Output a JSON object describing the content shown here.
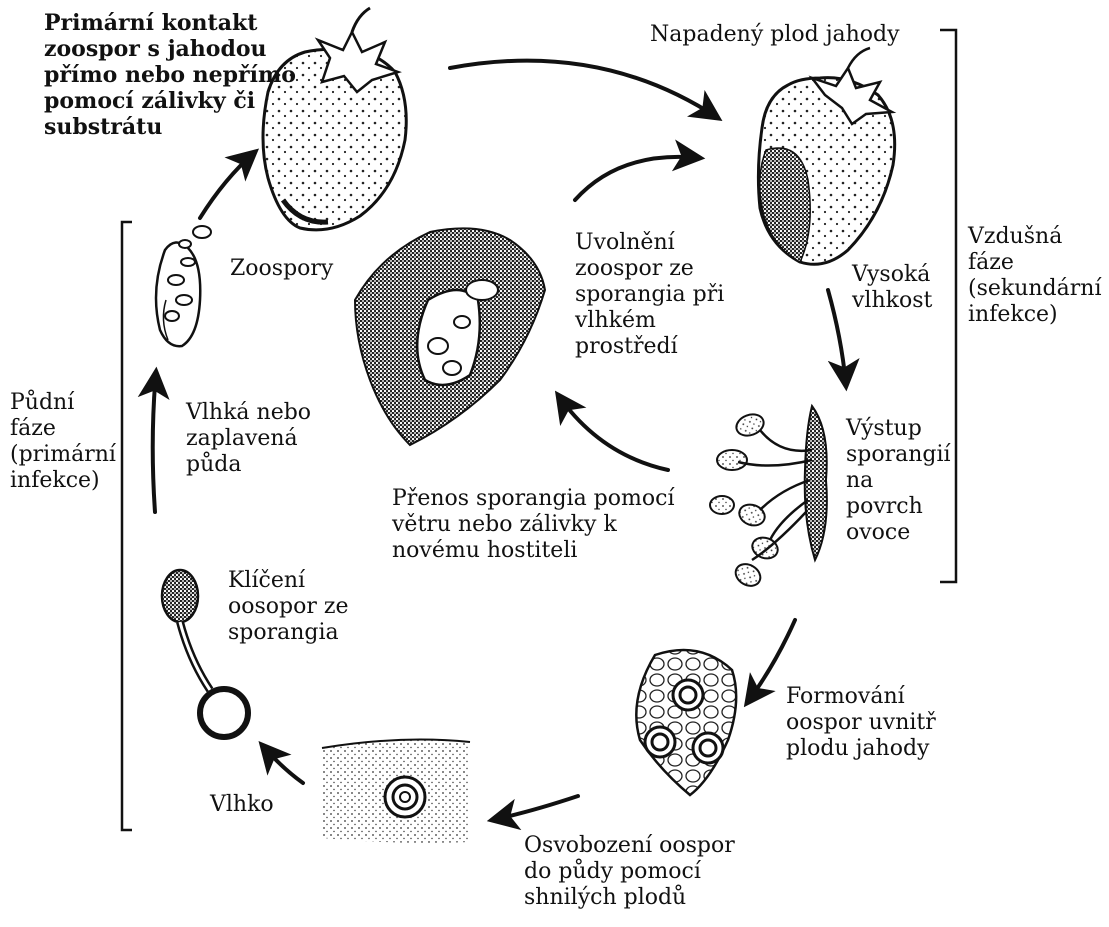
{
  "diagram": {
    "labels": {
      "primary_contact": "Primární kontakt\nzoospor s jahodou\npřímo nebo nepřímo\npomocí zálivky či\nsubstrátu",
      "infected_fruit": "Napadený plod jahody",
      "zoospores": "Zoospory",
      "release_zoospores": "Uvolnění\nzoospor ze\nsporangia při\nvlhkém\nprostředí",
      "air_phase": "Vzdušná\nfáze\n(sekundární\ninfekce)",
      "high_humidity": "Vysoká\nvlhkost",
      "soil_phase": "Půdní\nfáze\n(primární\ninfekce)",
      "wet_soil": "Vlhká nebo\nzaplavená\npůda",
      "sporangia_emergence": "Výstup\nsporangií\nna\npovrch\novoce",
      "sporangia_transfer": "Přenos sporangia pomocí\nvětru nebo zálivky k\nnovému hostiteli",
      "germination": "Klíčení\noosopor ze\nsporangia",
      "oospore_formation": "Formování\noospor uvnitř\nplodu jahody",
      "moisture": "Vlhko",
      "oospore_release": "Osvobození oospor\ndo půdy pomocí\nshnilých plodů"
    },
    "illustrations": [
      "strawberry-icon",
      "infected-strawberry-icon",
      "zoospore-sporangium-icon",
      "released-zoospores-icon",
      "sporangia-cluster-icon",
      "oospore-tissue-icon",
      "soil-oospore-icon",
      "germinating-oospore-icon"
    ]
  }
}
